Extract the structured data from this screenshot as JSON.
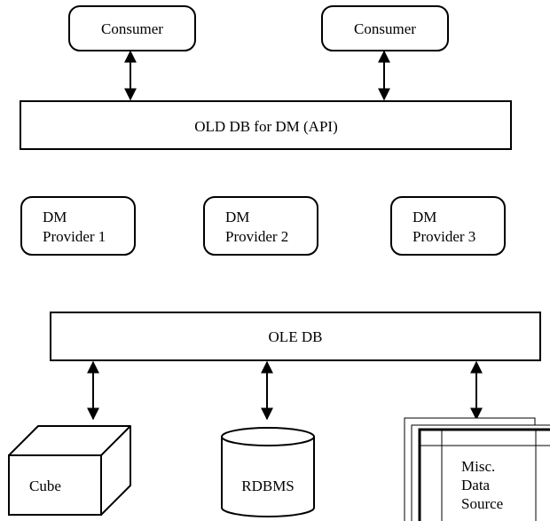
{
  "consumers": [
    {
      "label": "Consumer"
    },
    {
      "label": "Consumer"
    }
  ],
  "api_bar": {
    "label": "OLD DB for DM (API)"
  },
  "providers": [
    {
      "line1": "DM",
      "line2": "Provider 1"
    },
    {
      "line1": "DM",
      "line2": "Provider 2"
    },
    {
      "line1": "DM",
      "line2": "Provider 3"
    }
  ],
  "oledb_bar": {
    "label": "OLE DB"
  },
  "sources": {
    "cube": {
      "label": "Cube"
    },
    "rdbms": {
      "label": "RDBMS"
    },
    "misc": {
      "line1": "Misc.",
      "line2": "Data",
      "line3": "Source"
    }
  }
}
